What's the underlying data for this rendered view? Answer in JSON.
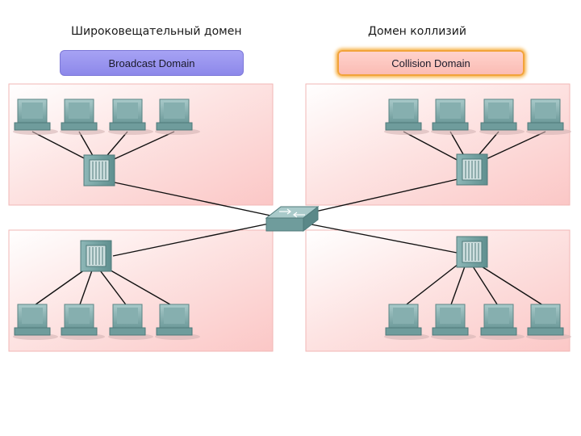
{
  "captions": {
    "broadcast": "Широковещательный домен",
    "collision": "Домен коллизий"
  },
  "legend": {
    "broadcast_label": "Broadcast Domain",
    "collision_label": "Collision Domain",
    "broadcast_color": "#9a96ef",
    "collision_color": "#fcc6bf",
    "collision_highlight": "#f2a33a"
  },
  "diagram": {
    "zone_color": "#fcd0cf",
    "device_color": "#6f9c9c",
    "link_color": "#111111",
    "central_device": "switch-icon",
    "segments": [
      {
        "name": "top-left",
        "hub": "hub-icon",
        "hosts": 4
      },
      {
        "name": "top-right",
        "hub": "hub-icon",
        "hosts": 4
      },
      {
        "name": "bottom-left",
        "hub": "hub-icon",
        "hosts": 4
      },
      {
        "name": "bottom-right",
        "hub": "hub-icon",
        "hosts": 4
      }
    ]
  }
}
